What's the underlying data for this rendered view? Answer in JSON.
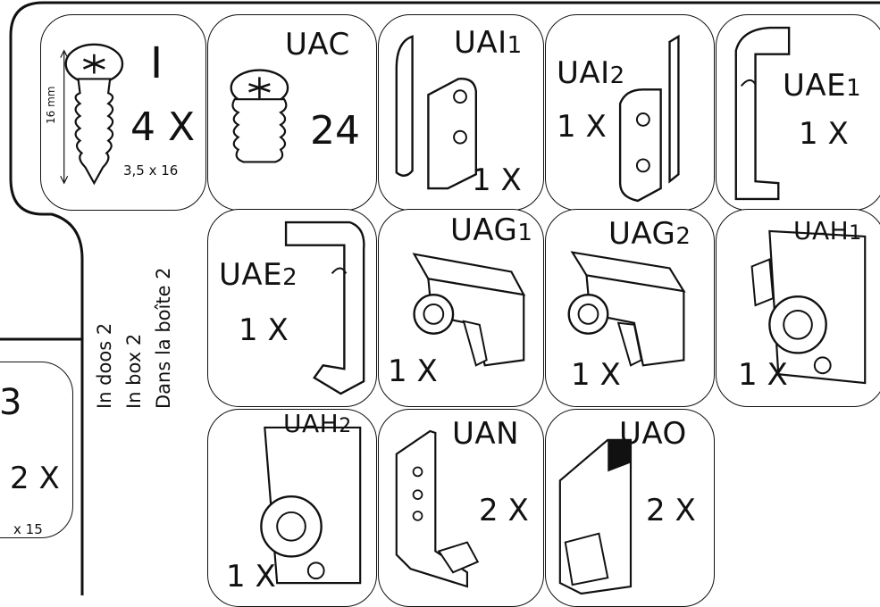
{
  "outline": {
    "color": "#111111"
  },
  "box_labels": [
    "In doos 2",
    "In box 2",
    "Dans la boîte 2"
  ],
  "left_panel": {
    "code": "3",
    "qty": "2 X",
    "size": "x 15"
  },
  "parts": [
    {
      "id": "I",
      "code": "I",
      "qty": "4 X",
      "size": "3,5 x 16",
      "dim": "16 mm",
      "icon": "countersunk-screw-icon"
    },
    {
      "id": "UAC",
      "code": "UAC",
      "qty": "24",
      "icon": "cam-dowel-icon"
    },
    {
      "id": "UAI1",
      "code": "UAI",
      "code_sub": "1",
      "qty": "1 X",
      "icon": "hook-bracket-icon"
    },
    {
      "id": "UAI2",
      "code": "UAI",
      "code_sub": "2",
      "qty": "1 X",
      "icon": "hook-bracket-icon"
    },
    {
      "id": "UAE1",
      "code": "UAE",
      "code_sub": "1",
      "qty": "1 X",
      "icon": "stop-clip-icon"
    },
    {
      "id": "UAE2",
      "code": "UAE",
      "code_sub": "2",
      "qty": "1 X",
      "icon": "stop-clip-icon"
    },
    {
      "id": "UAG1",
      "code": "UAG",
      "code_sub": "1",
      "qty": "1 X",
      "icon": "roller-carriage-icon"
    },
    {
      "id": "UAG2",
      "code": "UAG",
      "code_sub": "2",
      "qty": "1 X",
      "icon": "roller-carriage-icon"
    },
    {
      "id": "UAH1",
      "code": "UAH",
      "code_sub": "1",
      "qty": "1 X",
      "icon": "wheel-plate-icon"
    },
    {
      "id": "UAH2",
      "code": "UAH",
      "code_sub": "2",
      "qty": "1 X",
      "icon": "wheel-plate-icon"
    },
    {
      "id": "UAN",
      "code": "UAN",
      "qty": "2 X",
      "icon": "guide-bracket-icon"
    },
    {
      "id": "UAO",
      "code": "UAO",
      "qty": "2 X",
      "icon": "guide-cover-icon"
    }
  ]
}
